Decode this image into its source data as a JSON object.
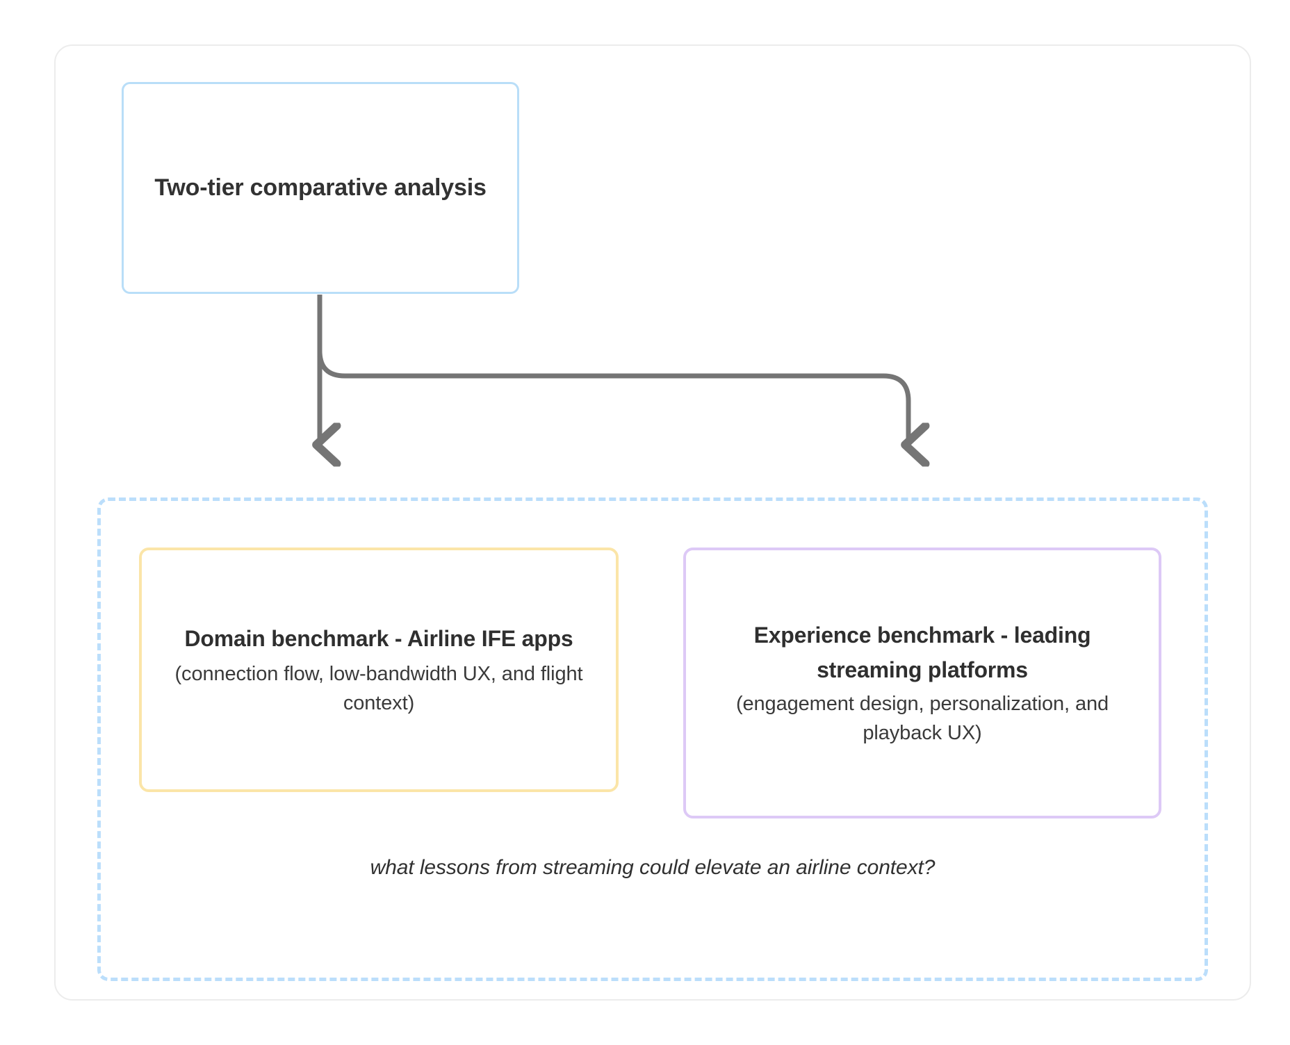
{
  "diagram": {
    "root": {
      "label": "Two-tier comparative analysis",
      "border_color": "#b9def8"
    },
    "group": {
      "border_color": "#bbdefb",
      "border_style": "dashed",
      "caption": "what lessons from streaming could elevate an airline context?"
    },
    "branches": [
      {
        "title": "Domain benchmark - Airline IFE apps",
        "subtitle": "(connection flow, low-bandwidth UX, and flight context)",
        "border_color": "#fbe5a8"
      },
      {
        "title": "Experience benchmark - leading streaming platforms",
        "subtitle": "(engagement design, personalization, and playback UX)",
        "border_color": "#ddc9f6"
      }
    ],
    "connector_color": "#757575",
    "card_border_color": "#ececec"
  }
}
